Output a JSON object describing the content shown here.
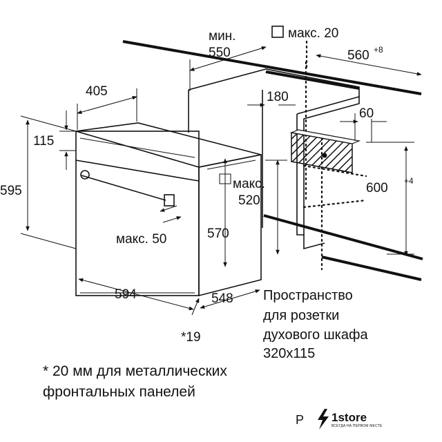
{
  "dimensions": {
    "min_label": "мин.",
    "min_value": "550",
    "max20": "макс. 20",
    "d560": "560",
    "d560_tol": "+8",
    "d405": "405",
    "d180": "180",
    "d60": "60",
    "d115": "115",
    "d595": "595",
    "max520_label": "макс.",
    "max520_value": "520",
    "d600": "600",
    "d600_tol": "+4",
    "max50": "макс. 50",
    "d570": "570",
    "d594": "594",
    "d548": "548",
    "d19": "*19"
  },
  "notes": {
    "socket_line1": "Пространство",
    "socket_line2": "для розетки",
    "socket_line3": "духового шкафа",
    "socket_line4": "320x115",
    "footnote_line1": "* 20 мм для металлических",
    "footnote_line2": "фронтальных панелей"
  },
  "branding": {
    "letter": "P",
    "logo_icon": "lightning-bolt-icon",
    "name": "1store",
    "tagline": "ВСЕГДА НА ПЕРВОМ МЕСТЕ"
  }
}
